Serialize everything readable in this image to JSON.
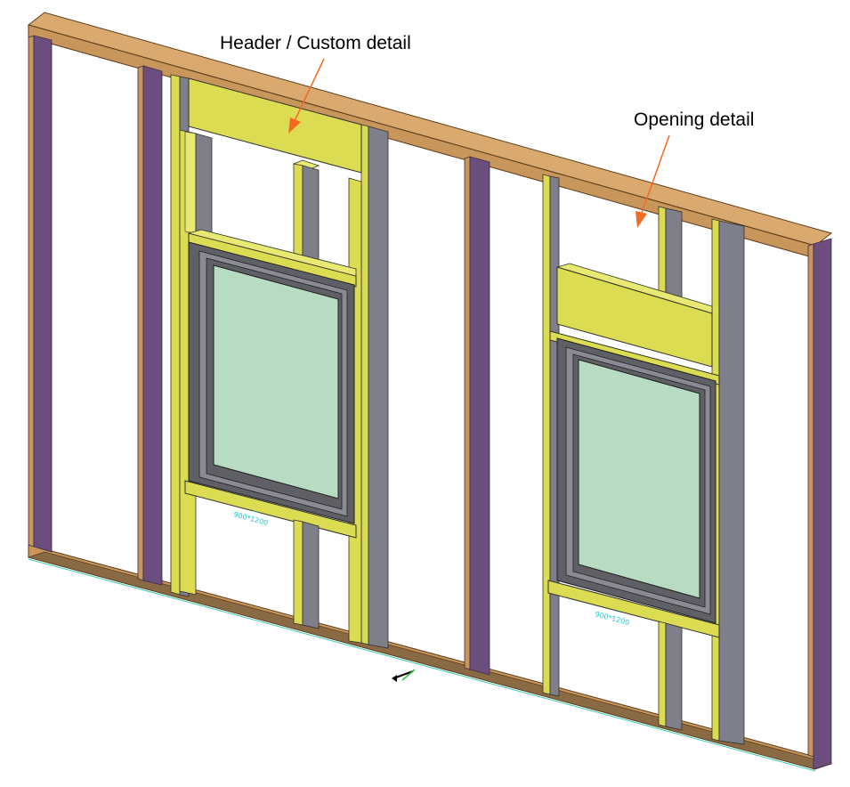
{
  "annotations": {
    "header_label": "Header / Custom detail",
    "opening_label": "Opening detail"
  },
  "window_tags": {
    "left_line1": "—",
    "left_line2": "900*1200",
    "right_line1": "—",
    "right_line2": "900*1200"
  },
  "colors": {
    "top_plate": "#c8955b",
    "bottom_plate": "#c8955b",
    "stud_face": "#6b4e7e",
    "stud_side": "#c8955b",
    "framing_yellow": "#dcdc52",
    "jack_gray": "#7f7f8a",
    "window_frame": "#5f5f66",
    "glass": "#b7dcc3",
    "arrow": "#f26a21",
    "tag_text": "#25c6d6"
  },
  "icons": [
    "ucs-axis-icon",
    "callout-arrow-icon"
  ]
}
